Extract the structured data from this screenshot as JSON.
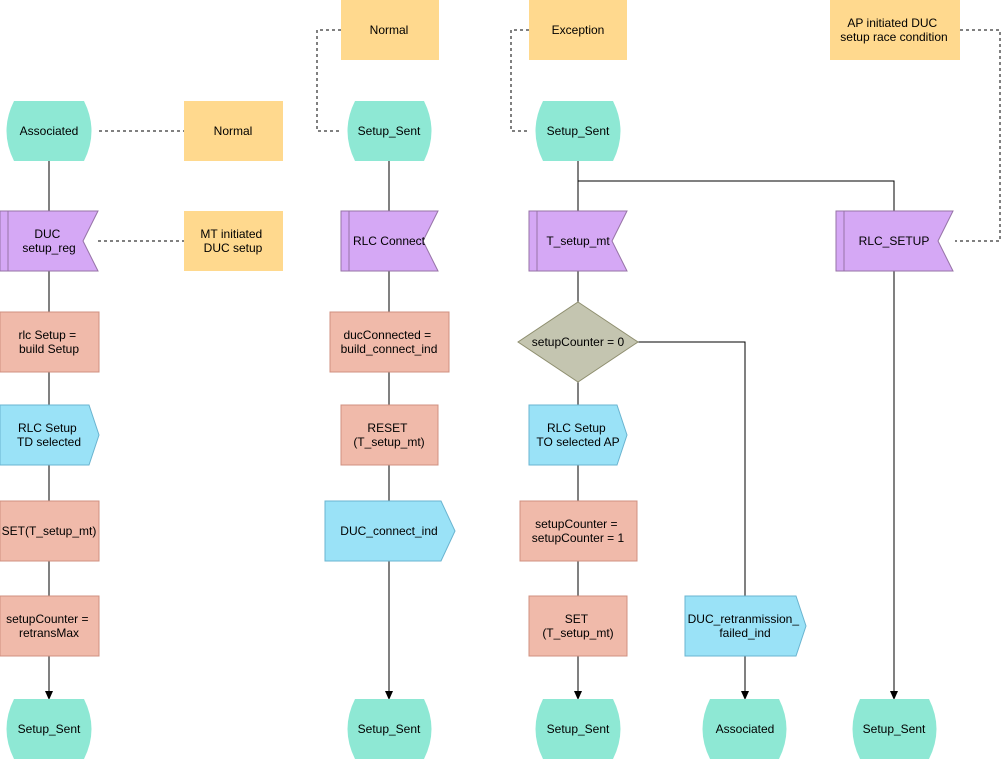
{
  "colors": {
    "state": "#8EE8D4",
    "note": "#FFD98E",
    "input": "#D5A8F5",
    "task": "#F0BAAA",
    "output": "#9AE2F7",
    "decision": "#C4C5B0",
    "decision_stroke": "#8E8E6E"
  },
  "nodes": {
    "associated_state_start": "Associated",
    "normal_note_left": "Normal",
    "duc_setup_reg_input": [
      "DUC",
      "setup_reg"
    ],
    "mt_initiated_note": [
      "MT initiated",
      "DUC setup"
    ],
    "rlc_setup_build_task": [
      "rlc Setup =",
      "build Setup"
    ],
    "rlc_setup_td_output": [
      "RLC Setup",
      "TD selected"
    ],
    "set_t_setup_mt_task_left": "SET(T_setup_mt)",
    "setup_counter_retrans_task": [
      "setupCounter =",
      "retransMax"
    ],
    "setup_sent_state_left_end": "Setup_Sent",
    "normal_note_top": "Normal",
    "setup_sent_state_normal": "Setup_Sent",
    "rlc_connect_input": "RLC Connect",
    "duc_connected_task": [
      "ducConnected =",
      "build_connect_ind"
    ],
    "reset_task": [
      "RESET",
      "(T_setup_mt)"
    ],
    "duc_connect_ind_output": "DUC_connect_ind",
    "setup_sent_state_normal_end": "Setup_Sent",
    "exception_note": "Exception",
    "setup_sent_state_exception": "Setup_Sent",
    "t_setup_mt_input": "T_setup_mt",
    "setup_counter_decision": "setupCounter = 0",
    "rlc_setup_to_output": [
      "RLC Setup",
      "TO selected AP"
    ],
    "setup_counter_increment_task": [
      "setupCounter =",
      "setupCounter = 1"
    ],
    "set_t_setup_mt_task_right": [
      "SET",
      "(T_setup_mt)"
    ],
    "setup_sent_state_exception_end": "Setup_Sent",
    "duc_retransmission_output": [
      "DUC_retranmission_",
      "failed_ind"
    ],
    "associated_state_end": "Associated",
    "ap_initiated_note": [
      "AP initiated DUC",
      "setup race condition"
    ],
    "rlc_setup_input": "RLC_SETUP",
    "setup_sent_state_ap_end": "Setup_Sent"
  }
}
